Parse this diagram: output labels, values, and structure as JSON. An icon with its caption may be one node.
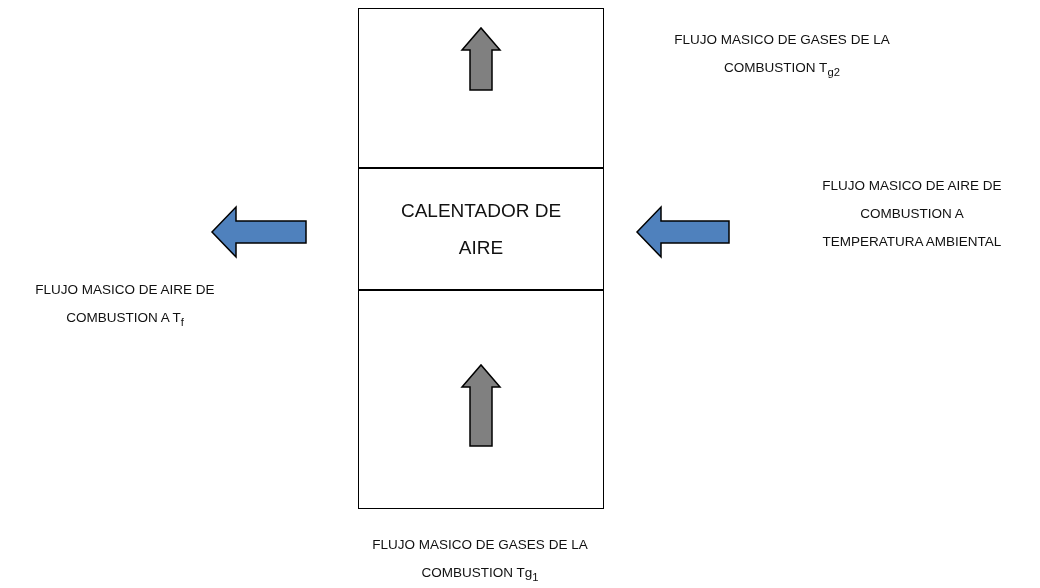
{
  "diagram": {
    "nodes": [
      {
        "text": [],
        "shape": "box"
      },
      {
        "text": [
          "CALENTADOR DE AIRE"
        ]
      },
      {
        "text": [],
        "shape": "box"
      },
      {
        "text": [
          "FLUJO MASICO DE GASES DE LA COMBUSTION  T$_{g2}$"
        ]
      },
      {
        "text": [
          "FLUJO MASICO DE AIRE DE COMBUSTION A TEMPERATURA AMBIENTAL"
        ]
      },
      {
        "text": [
          "FLUJO MASICO DE AIRE DE COMBUSTION A T$_{f}$"
        ]
      },
      {
        "text": [
          "FLUJO MASICO DE GASES DE LA COMBUSTION Tg$_{1}$"
        ]
      }
    ]
  }
}
